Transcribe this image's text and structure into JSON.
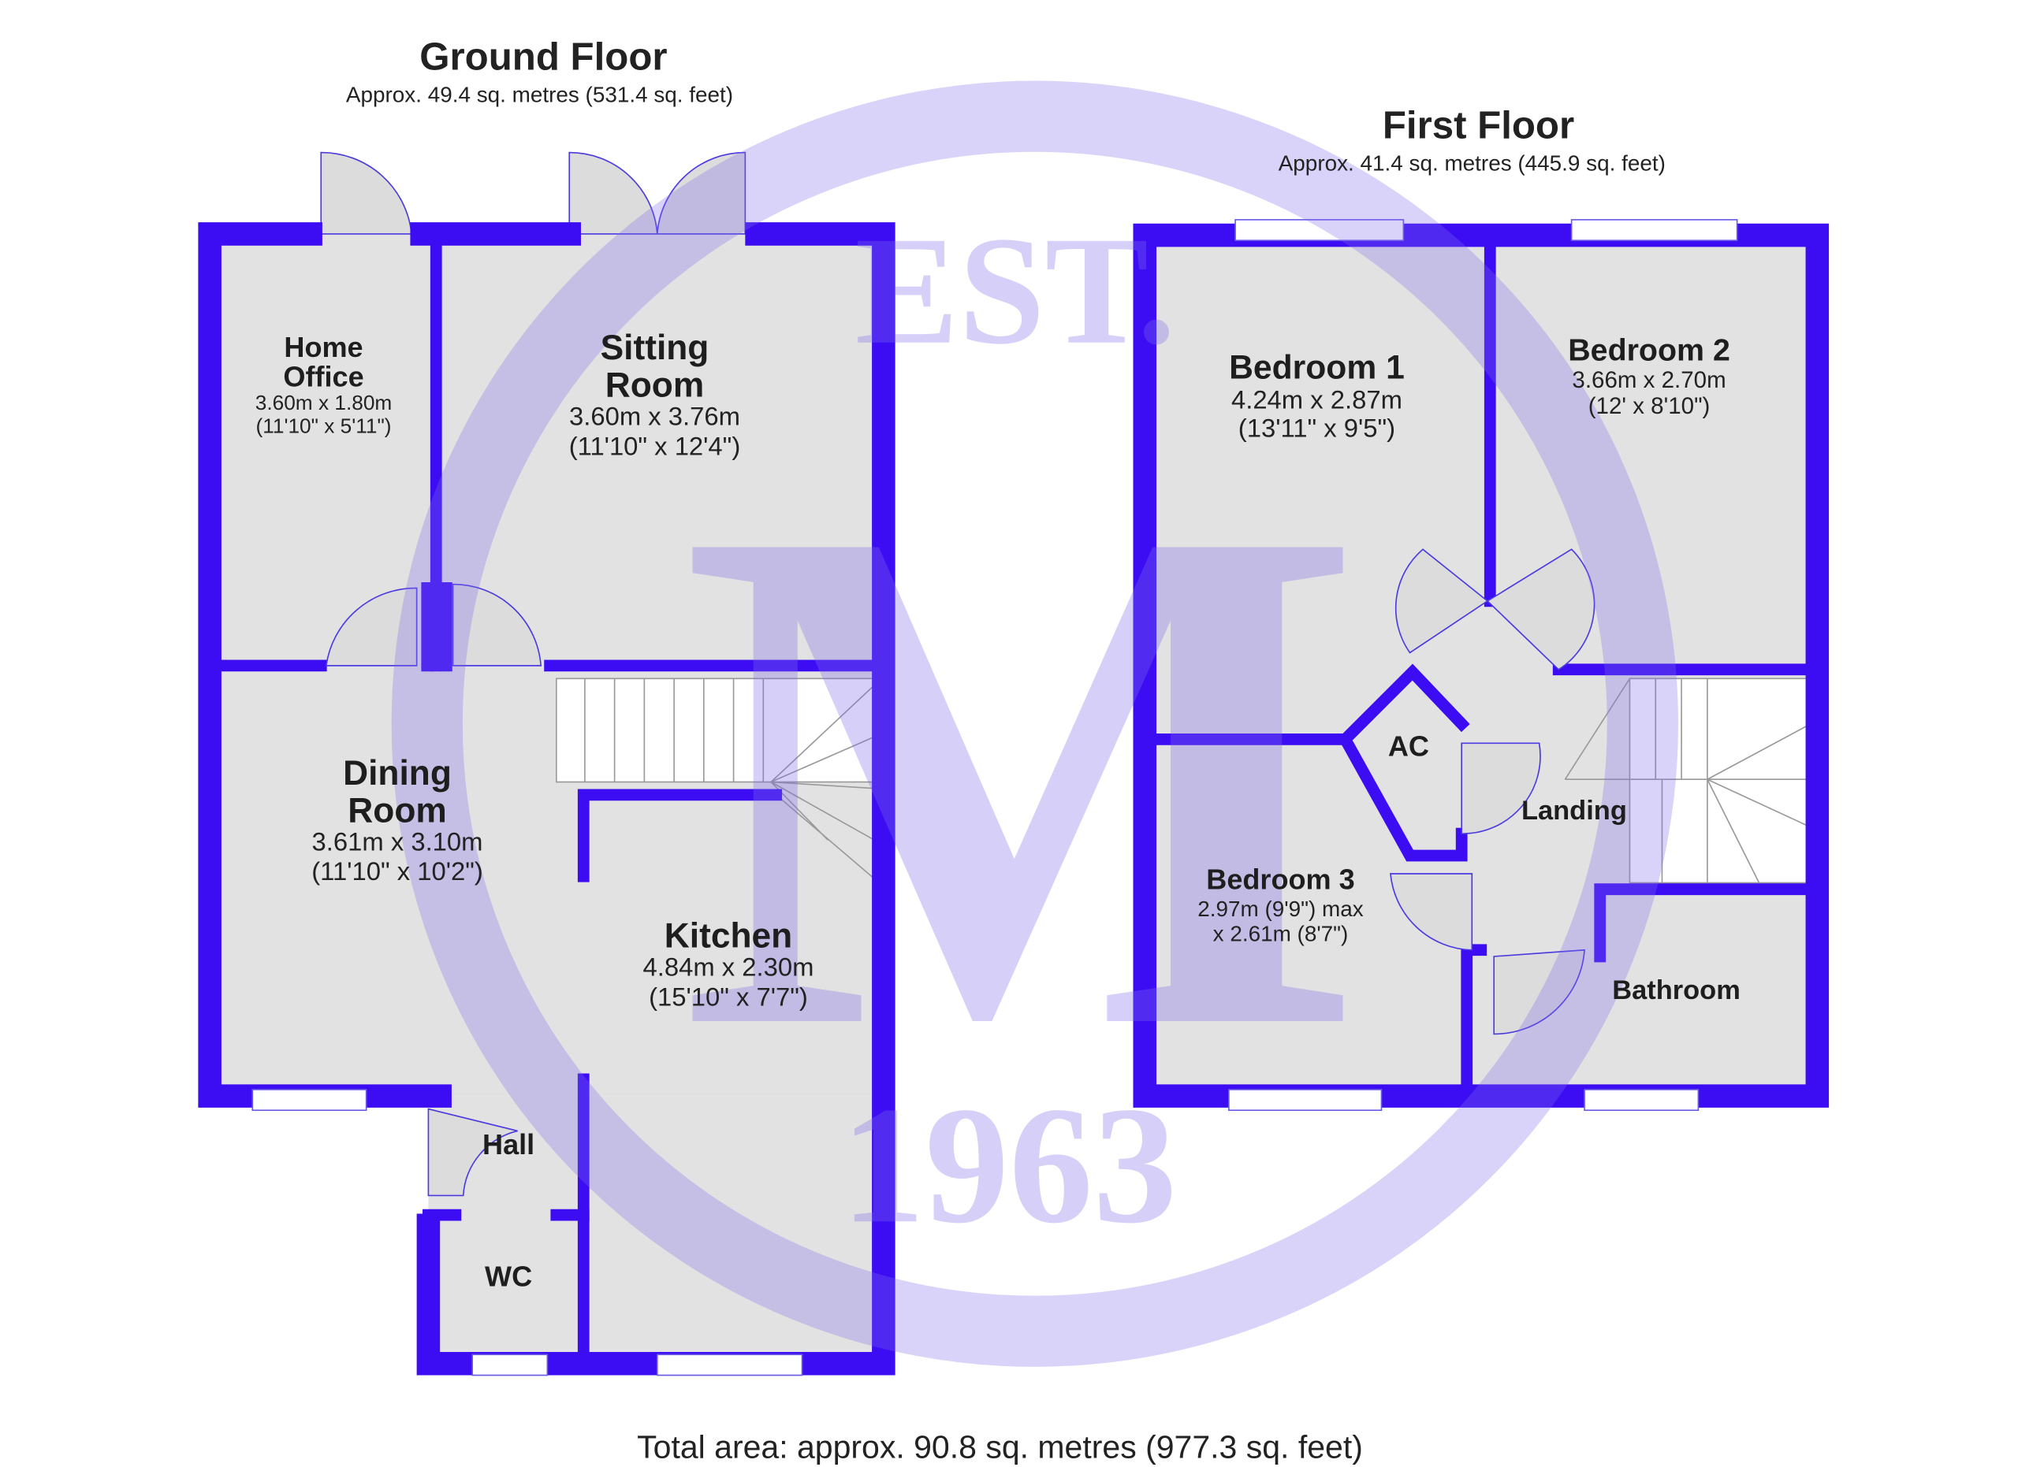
{
  "ground_floor": {
    "title": "Ground Floor",
    "area": "Approx. 49.4 sq. metres (531.4 sq. feet)",
    "rooms": [
      {
        "name_line1": "Home",
        "name_line2": "Office",
        "dim_metric": "3.60m x 1.80m",
        "dim_imperial": "(11'10\" x 5'11\")"
      },
      {
        "name_line1": "Sitting",
        "name_line2": "Room",
        "dim_metric": "3.60m x 3.76m",
        "dim_imperial": "(11'10\" x 12'4\")"
      },
      {
        "name_line1": "Dining",
        "name_line2": "Room",
        "dim_metric": "3.61m x 3.10m",
        "dim_imperial": "(11'10\" x 10'2\")"
      },
      {
        "name_line1": "Kitchen",
        "dim_metric": "4.84m x 2.30m",
        "dim_imperial": "(15'10\" x 7'7\")"
      },
      {
        "name_line1": "Hall"
      },
      {
        "name_line1": "WC"
      }
    ]
  },
  "first_floor": {
    "title": "First Floor",
    "area": "Approx. 41.4 sq. metres (445.9 sq. feet)",
    "rooms": [
      {
        "name_line1": "Bedroom 1",
        "dim_metric": "4.24m x 2.87m",
        "dim_imperial": "(13'11\" x 9'5\")"
      },
      {
        "name_line1": "Bedroom 2",
        "dim_metric": "3.66m x 2.70m",
        "dim_imperial": "(12' x 8'10\")"
      },
      {
        "name_line1": "Bedroom 3",
        "dim_metric": "2.97m (9'9\") max",
        "dim_imperial": "x 2.61m (8'7\")"
      },
      {
        "name_line1": "AC"
      },
      {
        "name_line1": "Landing"
      },
      {
        "name_line1": "Bathroom"
      }
    ]
  },
  "total_area": "Total area: approx. 90.8 sq. metres (977.3 sq. feet)",
  "watermark": {
    "top": "EST.",
    "letter": "M",
    "year": "1963"
  },
  "colors": {
    "wall": "#3c0cf2",
    "floor": "#e2e2e2",
    "watermark": "#8a78eb"
  }
}
